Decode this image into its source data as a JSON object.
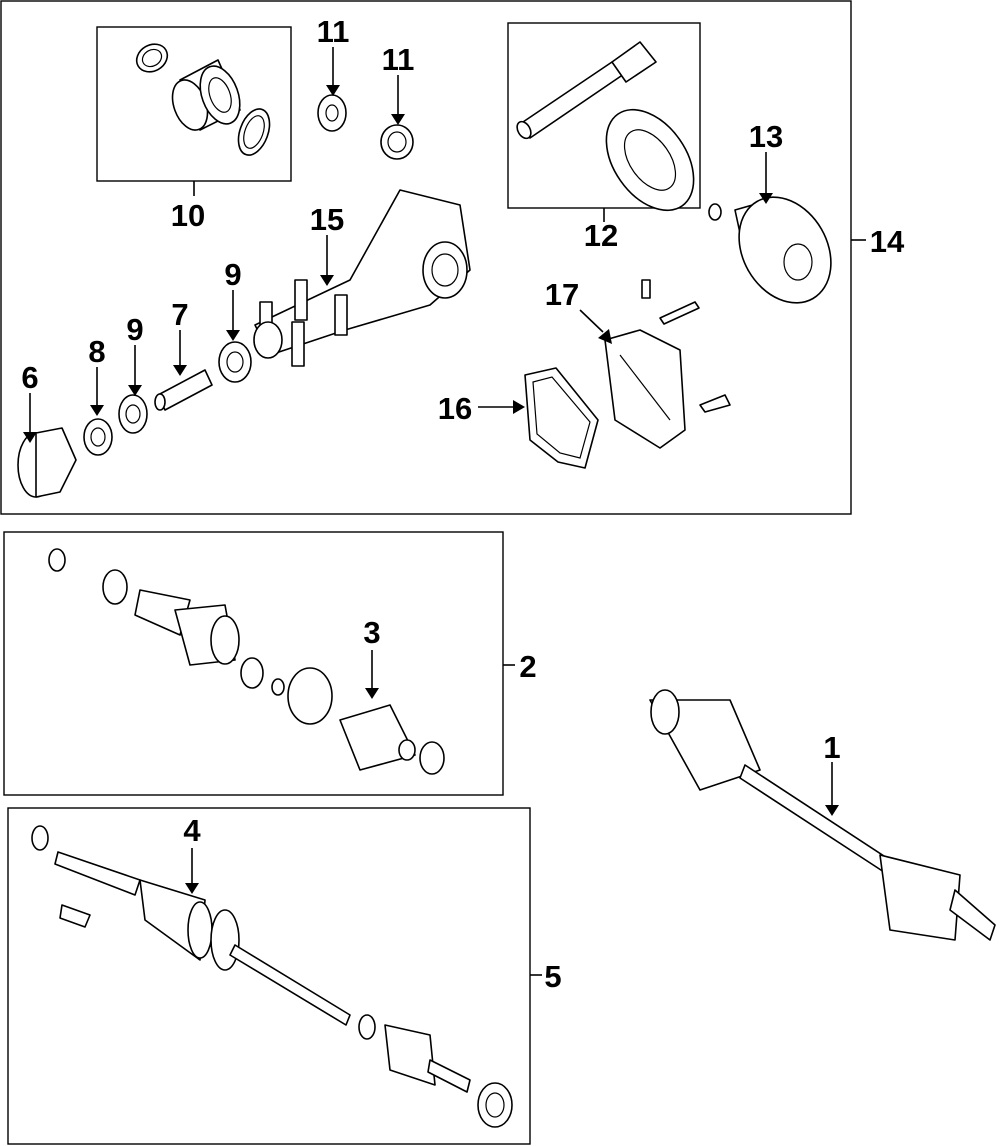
{
  "callouts": {
    "c1": "1",
    "c2": "2",
    "c3": "3",
    "c4": "4",
    "c5": "5",
    "c6": "6",
    "c7": "7",
    "c8": "8",
    "c9a": "9",
    "c9b": "9",
    "c10": "10",
    "c11a": "11",
    "c11b": "11",
    "c12": "12",
    "c13": "13",
    "c14": "14",
    "c15": "15",
    "c16": "16",
    "c17": "17"
  }
}
